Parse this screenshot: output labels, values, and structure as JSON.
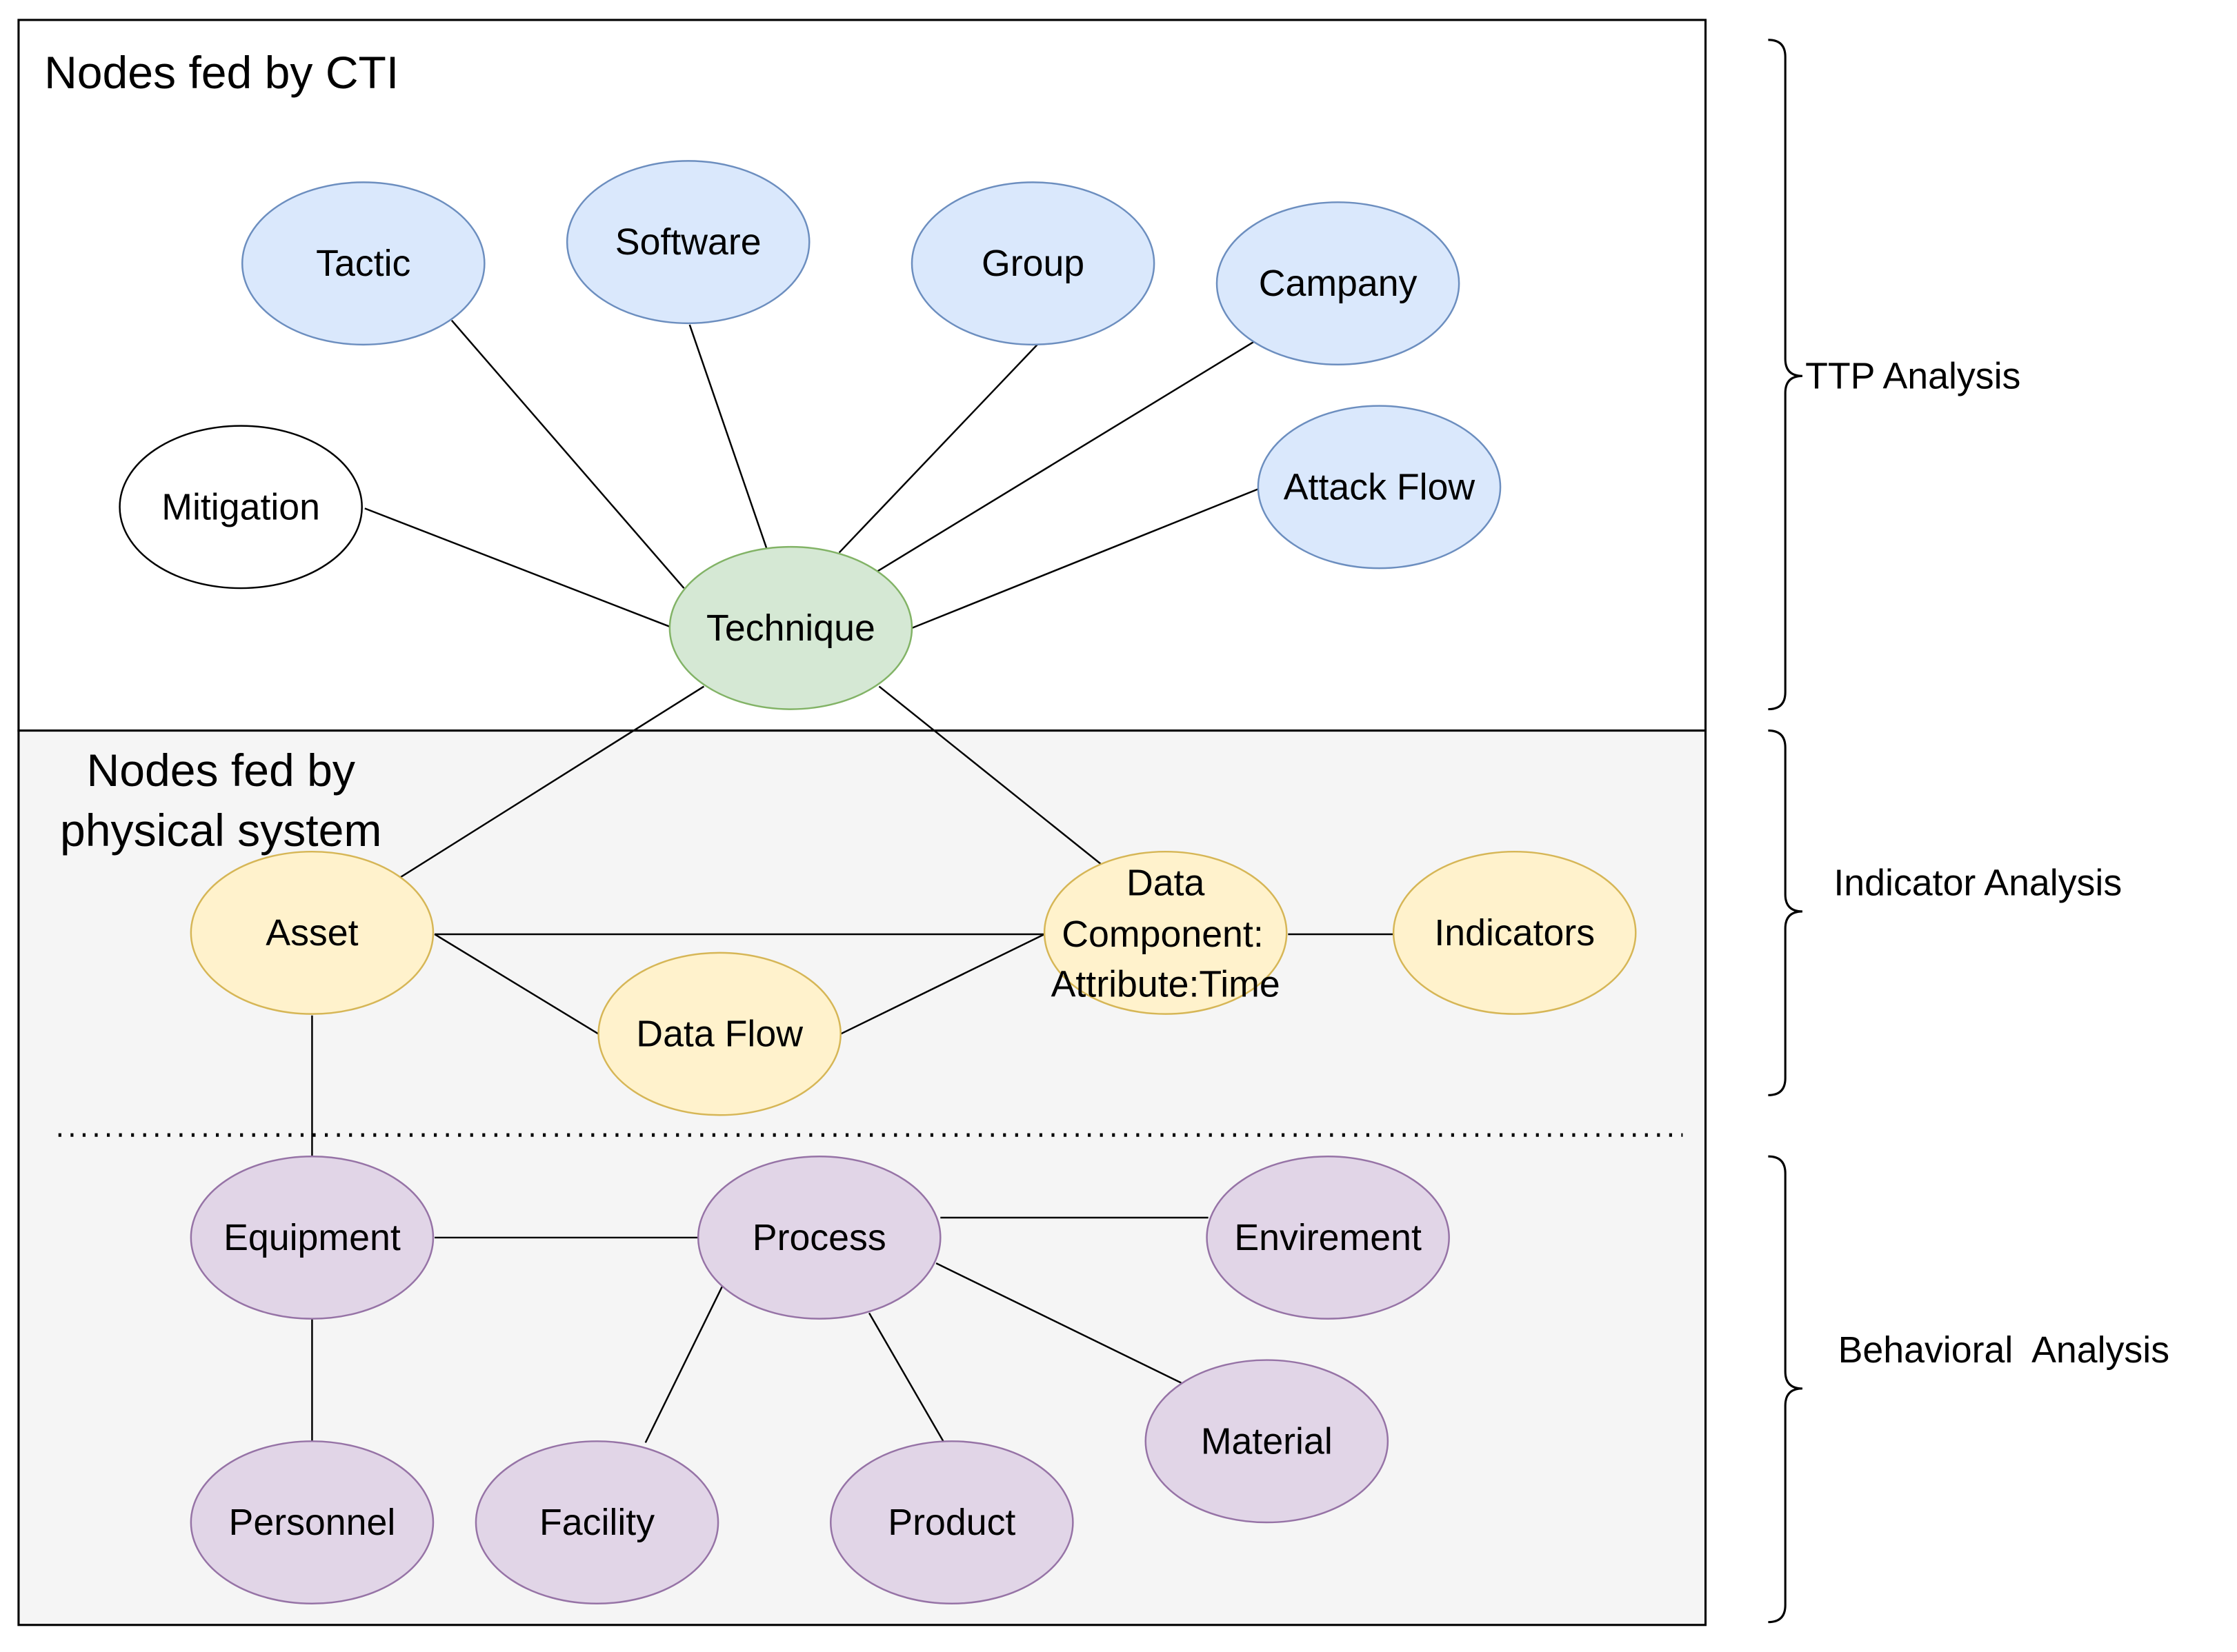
{
  "sections": {
    "cti": {
      "title": "Nodes fed by CTI"
    },
    "physical": {
      "title_lines": [
        "Nodes fed by",
        "physical system"
      ]
    }
  },
  "brackets": {
    "ttp": "TTP Analysis",
    "indicator": "Indicator Analysis",
    "behavioral": "Behavioral  Analysis"
  },
  "nodes": {
    "tactic": "Tactic",
    "software": "Software",
    "group": "Group",
    "campany": "Campany",
    "mitigation": "Mitigation",
    "attack_flow": "Attack Flow",
    "technique": "Technique",
    "asset": "Asset",
    "data_component": [
      "Data",
      "Component:",
      "Attribute:Time"
    ],
    "indicators": "Indicators",
    "data_flow": "Data Flow",
    "equipment": "Equipment",
    "process": "Process",
    "envirement": "Envirement",
    "personnel": "Personnel",
    "facility": "Facility",
    "product": "Product",
    "material": "Material"
  },
  "colors": {
    "blue_fill": "#dae8fc",
    "blue_stroke": "#6c8ebf",
    "green_fill": "#d5e8d4",
    "green_stroke": "#82b366",
    "yellow_fill": "#fff2cc",
    "yellow_stroke": "#d6b656",
    "purple_fill": "#e1d5e7",
    "purple_stroke": "#9673a6",
    "white_fill": "#ffffff",
    "black_stroke": "#000000",
    "lower_panel_bg": "#f5f5f5"
  }
}
